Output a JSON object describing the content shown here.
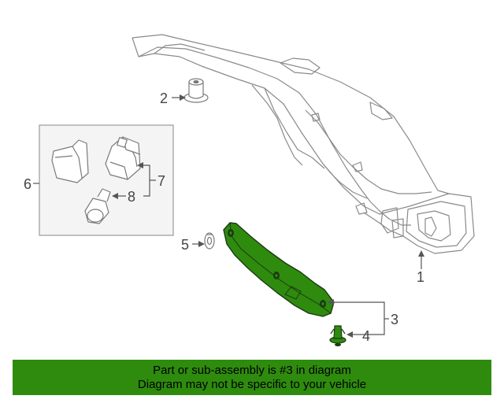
{
  "diagram": {
    "callouts": {
      "c1": "1",
      "c2": "2",
      "c3": "3",
      "c4": "4",
      "c5": "5",
      "c6": "6",
      "c7": "7",
      "c8": "8"
    },
    "highlight_color": "#2e8b0e",
    "line_color": "#555555",
    "highlighted_part": "3"
  },
  "banner": {
    "line1": "Part or sub-assembly is #3 in diagram",
    "line2": "Diagram may not be specific to your vehicle",
    "background": "#2e8b0e"
  }
}
